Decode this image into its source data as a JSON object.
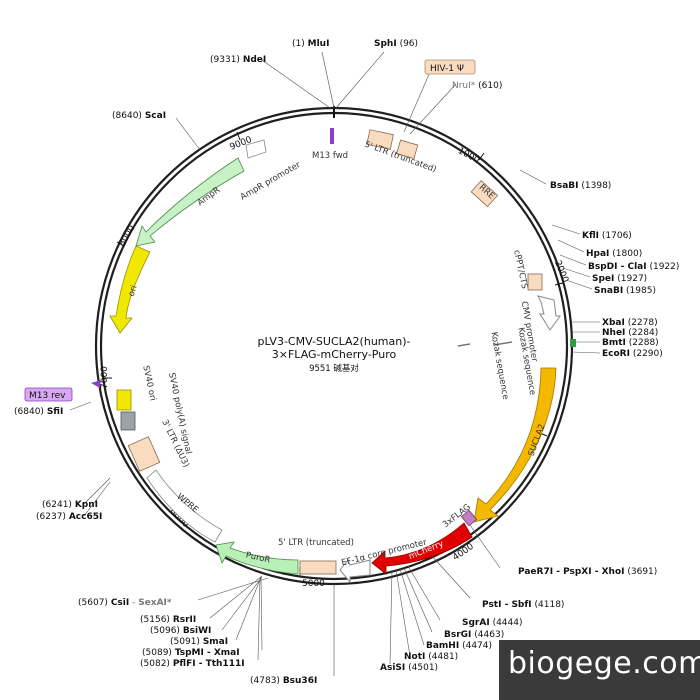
{
  "plasmid": {
    "name_line1": "pLV3-CMV-SUCLA2(human)-",
    "name_line2": "3×FLAG-mCherry-Puro",
    "length_label": "9551 碱基对",
    "length_bp": 9551
  },
  "ticks": [
    "1000",
    "2000",
    "3000",
    "4000",
    "5000",
    "6000",
    "7000",
    "8000",
    "9000"
  ],
  "sites": {
    "mlui": {
      "pos": "(1)",
      "name": "MluI"
    },
    "sphi": {
      "pos": "(96)",
      "name": "SphI"
    },
    "ndei": {
      "pos": "(9331)",
      "name": "NdeI"
    },
    "nrui": {
      "name": "NruI*",
      "pos": "(610)"
    },
    "hiv": {
      "name": "HIV-1 Ψ"
    },
    "scai": {
      "pos": "(8640)",
      "name": "ScaI"
    },
    "bsabi": {
      "name": "BsaBI",
      "pos": "(1398)"
    },
    "kfli": {
      "name": "KflI",
      "pos": "(1706)"
    },
    "hpai": {
      "name": "HpaI",
      "pos": "(1800)"
    },
    "bspdi": {
      "name": "BspDI - ClaI",
      "pos": "(1922)"
    },
    "spei": {
      "name": "SpeI",
      "pos": "(1927)"
    },
    "snabi": {
      "name": "SnaBI",
      "pos": "(1985)"
    },
    "xbai": {
      "name": "XbaI",
      "pos": "(2278)"
    },
    "nhei": {
      "name": "NheI",
      "pos": "(2284)"
    },
    "bmti": {
      "name": "BmtI",
      "pos": "(2288)"
    },
    "ecori": {
      "name": "EcoRI",
      "pos": "(2290)"
    },
    "m13rev": {
      "name": "M13 rev"
    },
    "sfii": {
      "pos": "(6840)",
      "name": "SfiI"
    },
    "kpni": {
      "pos": "(6241)",
      "name": "KpnI"
    },
    "acc65i": {
      "pos": "(6237)",
      "name": "Acc65I"
    },
    "paer7i": {
      "name": "PaeR7I - PspXI - XhoI",
      "pos": "(3691)"
    },
    "csii": {
      "pos": "(5607)",
      "name": "CsiI",
      "sep": " - ",
      "name2": "SexAI*"
    },
    "rsrii": {
      "pos": "(5156)",
      "name": "RsrII"
    },
    "bsiwi": {
      "pos": "(5096)",
      "name": "BsiWI"
    },
    "smai": {
      "pos": "(5091)",
      "name": "SmaI"
    },
    "tspmi": {
      "pos": "(5089)",
      "name": "TspMI - XmaI"
    },
    "pflfi": {
      "pos": "(5082)",
      "name": "PflFI - Tth111I"
    },
    "bsu36i": {
      "pos": "(4783)",
      "name": "Bsu36I"
    },
    "psti": {
      "name": "PstI - SbfI",
      "pos": "(4118)"
    },
    "sgrai": {
      "name": "SgrAI",
      "pos": "(4444)"
    },
    "bsrgi": {
      "name": "BsrGI",
      "pos": "(4463)"
    },
    "bamhi": {
      "name": "BamHI",
      "pos": "(4474)"
    },
    "noti": {
      "name": "NotI",
      "pos": "(4481)"
    },
    "asisi": {
      "name": "AsiSI",
      "pos": "(4501)"
    }
  },
  "features": {
    "m13fwd": "M13 fwd",
    "ltr5": "5' LTR (truncated)",
    "rre": "RRE",
    "cppt": "cPPT/CTS",
    "cmv": "CMV promoter",
    "kozak1": "Kozak sequence",
    "kozak2": "Kozak sequence",
    "sucla2": "SUCLA2",
    "flag": "3xFLAG",
    "mcherry": "mCherry",
    "ef1a": "EF-1α core promoter",
    "ltr5b": "5' LTR (truncated)",
    "puror": "PuroR",
    "wpre": "WPRE",
    "ltr3": "3' LTR (ΔU3)",
    "sv40pa": "SV40 poly(A) signal",
    "sv40ori": "SV40 ori",
    "ori": "ori",
    "ampr": "AmpR",
    "amprprom": "AmpR promoter"
  },
  "watermark": "biogege.com",
  "colors": {
    "backbone": "#1f1f1f",
    "sucla2": "#f5b800",
    "mcherry": "#e00000",
    "puror": "#b8f0b8",
    "ampr": "#c6f2c6",
    "ori": "#f0e800",
    "ltr": "#f9dcc0",
    "flag": "#c080c0",
    "primer": "#8a40c8"
  }
}
